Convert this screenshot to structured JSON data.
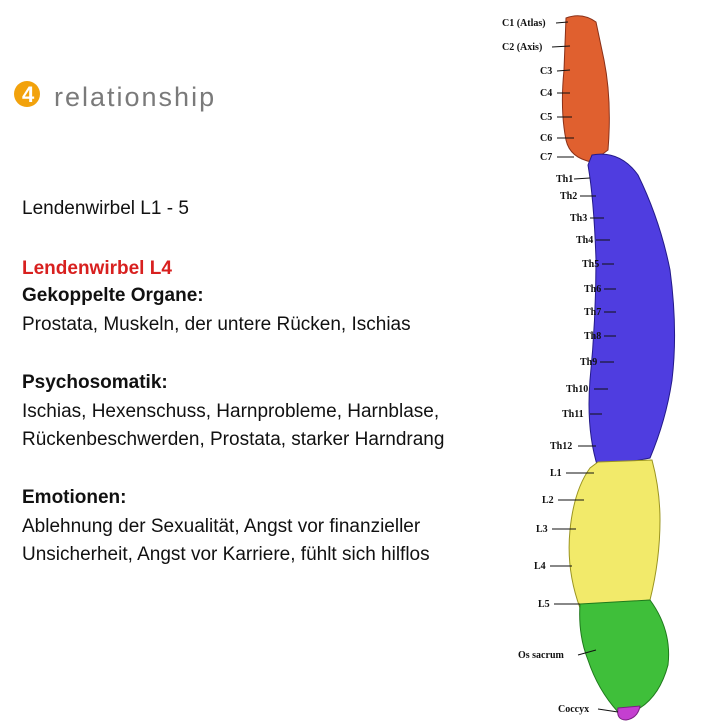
{
  "logo": {
    "mark": "4",
    "word": "relationship",
    "accent_color": "#f2a20c"
  },
  "content": {
    "title": "Lendenwirbel L1 - 5",
    "vertebra": "Lendenwirbel L4",
    "organs_heading": "Gekoppelte Organe:",
    "organs_text": "Prostata, Muskeln, der untere Rücken, Ischias",
    "psycho_heading": "Psychosomatik:",
    "psycho_line1": "Ischias, Hexenschuss, Harnprobleme, Harnblase,",
    "psycho_line2": "Rückenbeschwerden, Prostata, starker Harndrang",
    "emotions_heading": "Emotionen:",
    "emotions_line1": "Ablehnung der Sexualität, Angst vor finanzieller",
    "emotions_line2": "Unsicherheit, Angst vor Karriere, fühlt sich hilflos"
  },
  "spine": {
    "labels": [
      "C1 (Atlas)",
      "C2 (Axis)",
      "C3",
      "C4",
      "C5",
      "C6",
      "C7",
      "Th1",
      "Th2",
      "Th3",
      "Th4",
      "Th5",
      "Th6",
      "Th7",
      "Th8",
      "Th9",
      "Th10",
      "Th11",
      "Th12",
      "L1",
      "L2",
      "L3",
      "L4",
      "L5",
      "Os sacrum",
      "Coccyx"
    ],
    "colors": {
      "cervical": "#e0602f",
      "thoracic": "#4f3de0",
      "lumbar": "#f2ea6a",
      "sacrum": "#3fbf3a",
      "coccyx": "#c43fd0"
    }
  }
}
